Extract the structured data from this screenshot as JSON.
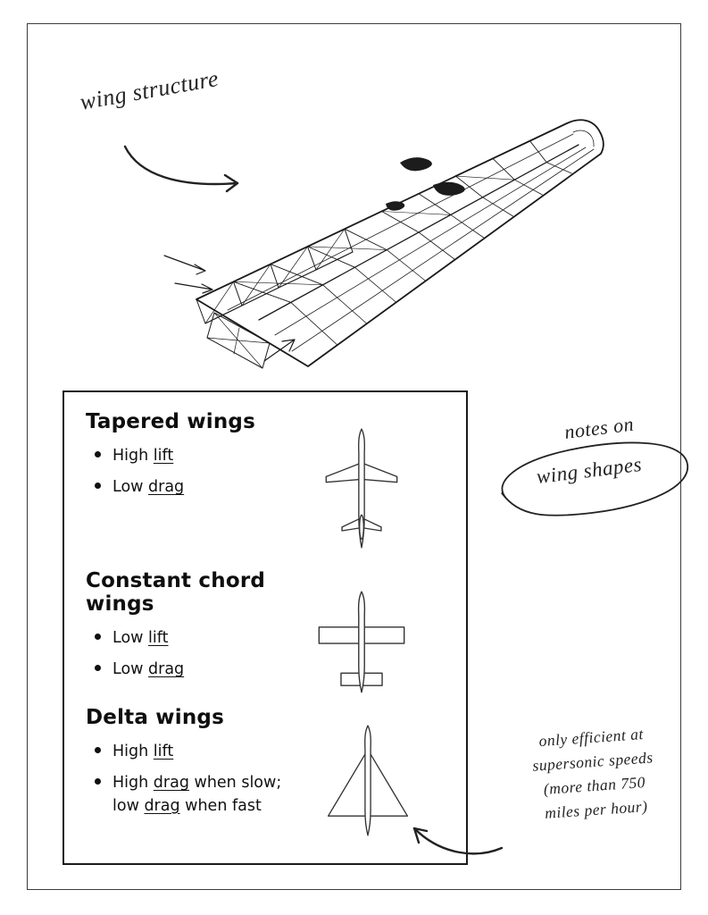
{
  "page": {
    "background": "#ffffff",
    "ink_color": "#1a1a1a",
    "border_color": "#3c3c3c"
  },
  "illustration": {
    "label": "wing structure",
    "drawing": "wing-structure-cutaway-drawing"
  },
  "notes_box": {
    "sections": [
      {
        "title": "Tapered wings",
        "icon": "tapered-wings-plane-icon",
        "bullets": [
          {
            "pre": "High ",
            "word": "lift",
            "post": ""
          },
          {
            "pre": "Low ",
            "word": "drag",
            "post": ""
          }
        ]
      },
      {
        "title": "Constant chord wings",
        "icon": "constant-chord-plane-icon",
        "bullets": [
          {
            "pre": "Low ",
            "word": "lift",
            "post": ""
          },
          {
            "pre": "Low ",
            "word": "drag",
            "post": ""
          }
        ]
      },
      {
        "title": "Delta wings",
        "icon": "delta-wings-plane-icon",
        "bullets": [
          {
            "pre": "High ",
            "word": "lift",
            "post": ""
          },
          {
            "pre": "High ",
            "word": "drag",
            "post": " when slow;",
            "pre2": "low ",
            "word2": "drag",
            "post2": " when fast"
          }
        ]
      }
    ]
  },
  "side_note": {
    "line1": "notes on",
    "line2": "wing shapes"
  },
  "supersonic_note": {
    "line1": "only efficient at",
    "line2": "supersonic speeds",
    "line3": "(more than 750",
    "line4": "miles per hour)"
  }
}
